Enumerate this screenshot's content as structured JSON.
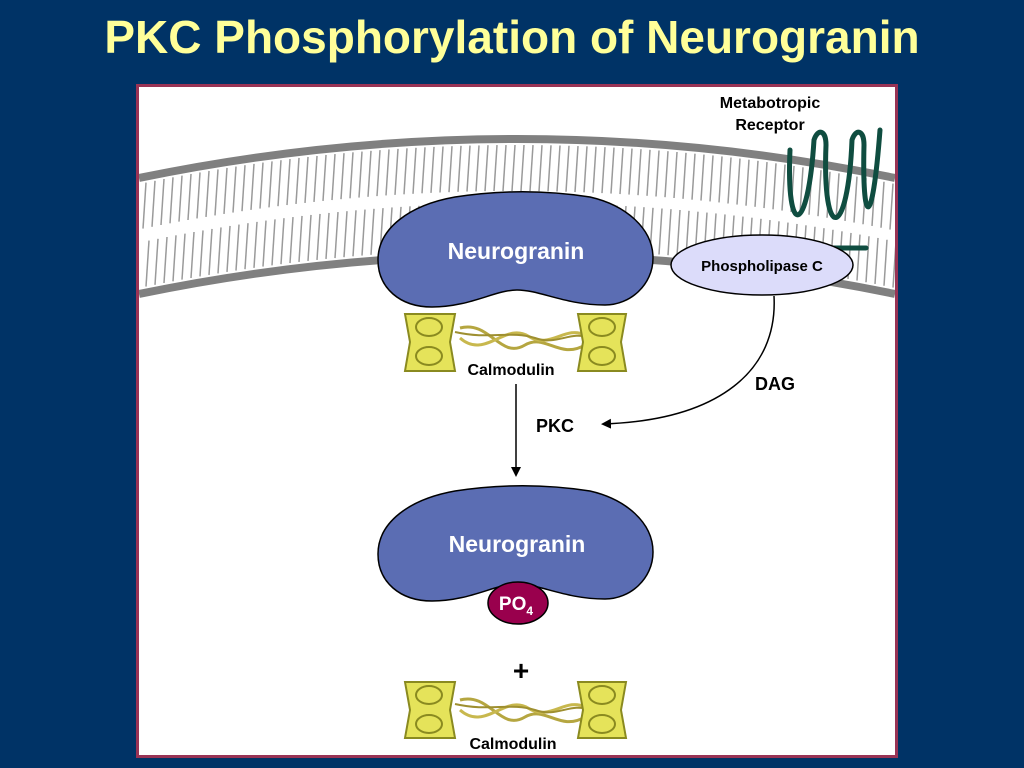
{
  "title": "PKC Phosphorylation of Neurogranin",
  "labels": {
    "receptor_line1": "Metabotropic",
    "receptor_line2": "Receptor",
    "phospholipase": "Phospholipase C",
    "neurogranin_top": "Neurogranin",
    "calmodulin_top": "Calmodulin",
    "dag": "DAG",
    "pkc": "PKC",
    "neurogranin_bottom": "Neurogranin",
    "po4_main": "PO",
    "po4_sub": "4",
    "plus": "+",
    "calmodulin_bottom": "Calmodulin"
  },
  "colors": {
    "background": "#003366",
    "title": "#ffff99",
    "panel_border": "#993355",
    "neurogranin": "#5b6db3",
    "phospholipase": "#dcdcfa",
    "po4": "#99004d",
    "calmodulin_lobe": "#e5e35a",
    "receptor": "#0f4d40",
    "membrane": "#808080"
  }
}
